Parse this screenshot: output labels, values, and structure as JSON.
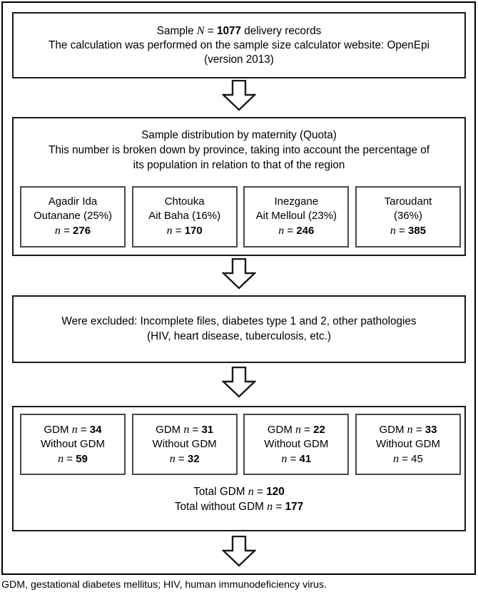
{
  "figure": {
    "title": "Study sample selection flowchart",
    "stroke_color": "#1a1a1a",
    "inner_stroke_color": "#4a4a4a",
    "background_color": "#ffffff"
  },
  "sample_box": {
    "line1_pre": "Sample ",
    "line1_italic": "N",
    "line1_eq": " = ",
    "line1_value": "1077",
    "line1_post": " delivery records",
    "line2": "The calculation was performed on the sample size calculator website: OpenEpi",
    "line3": "(version 2013)"
  },
  "distribution_box": {
    "heading": "Sample distribution by maternity (Quota)",
    "description_line1": "This number is broken down by province, taking into account the percentage of",
    "description_line2": "its population in relation to that of the region",
    "provinces": [
      {
        "name_line1": "Agadir Ida",
        "name_line2": "Outanane (25%)",
        "percent": "25%",
        "n_symbol": "n",
        "n_value": "276",
        "n_bold": true
      },
      {
        "name_line1": "Chtouka",
        "name_line2": "Ait Baha (16%)",
        "percent": "16%",
        "n_symbol": "n",
        "n_value": "170",
        "n_bold": true
      },
      {
        "name_line1": "Inezgane",
        "name_line2": "Ait Melloul (23%)",
        "percent": "23%",
        "n_symbol": "n",
        "n_value": "246",
        "n_bold": true
      },
      {
        "name_line1": "Taroudant",
        "name_line2": "(36%)",
        "percent": "36%",
        "n_symbol": "n",
        "n_value": "385",
        "n_bold": true
      }
    ]
  },
  "excluded_box": {
    "line1": "Were excluded: Incomplete files, diabetes type 1 and 2, other pathologies",
    "line2": "(HIV, heart disease, tuberculosis, etc.)"
  },
  "results_box": {
    "groups": [
      {
        "gdm_label": "GDM ",
        "gdm_symbol": "n",
        "gdm_eq": " = ",
        "gdm_value": "34",
        "without_label": "Without GDM",
        "without_symbol": "n",
        "without_eq": " = ",
        "without_value": "59",
        "without_bold": true
      },
      {
        "gdm_label": "GDM ",
        "gdm_symbol": "n",
        "gdm_eq": " = ",
        "gdm_value": "31",
        "without_label": "Without GDM",
        "without_symbol": "n",
        "without_eq": " = ",
        "without_value": "32",
        "without_bold": true
      },
      {
        "gdm_label": "GDM ",
        "gdm_symbol": "n",
        "gdm_eq": " = ",
        "gdm_value": "22",
        "without_label": "Without GDM",
        "without_symbol": "n",
        "without_eq": " = ",
        "without_value": "41",
        "without_bold": true
      },
      {
        "gdm_label": "GDM ",
        "gdm_symbol": "n",
        "gdm_eq": " = ",
        "gdm_value": "33",
        "without_label": "Without GDM",
        "without_symbol": "n",
        "without_eq": " = ",
        "without_value": "45",
        "without_bold": false
      }
    ],
    "total_gdm_label": "Total GDM ",
    "total_gdm_symbol": "n",
    "total_gdm_eq": " = ",
    "total_gdm_value": "120",
    "total_without_label": "Total without GDM ",
    "total_without_symbol": "n",
    "total_without_eq": " = ",
    "total_without_value": "177"
  },
  "caption": {
    "text": "GDM, gestational diabetes mellitus; HIV, human immunodeficiency virus."
  }
}
